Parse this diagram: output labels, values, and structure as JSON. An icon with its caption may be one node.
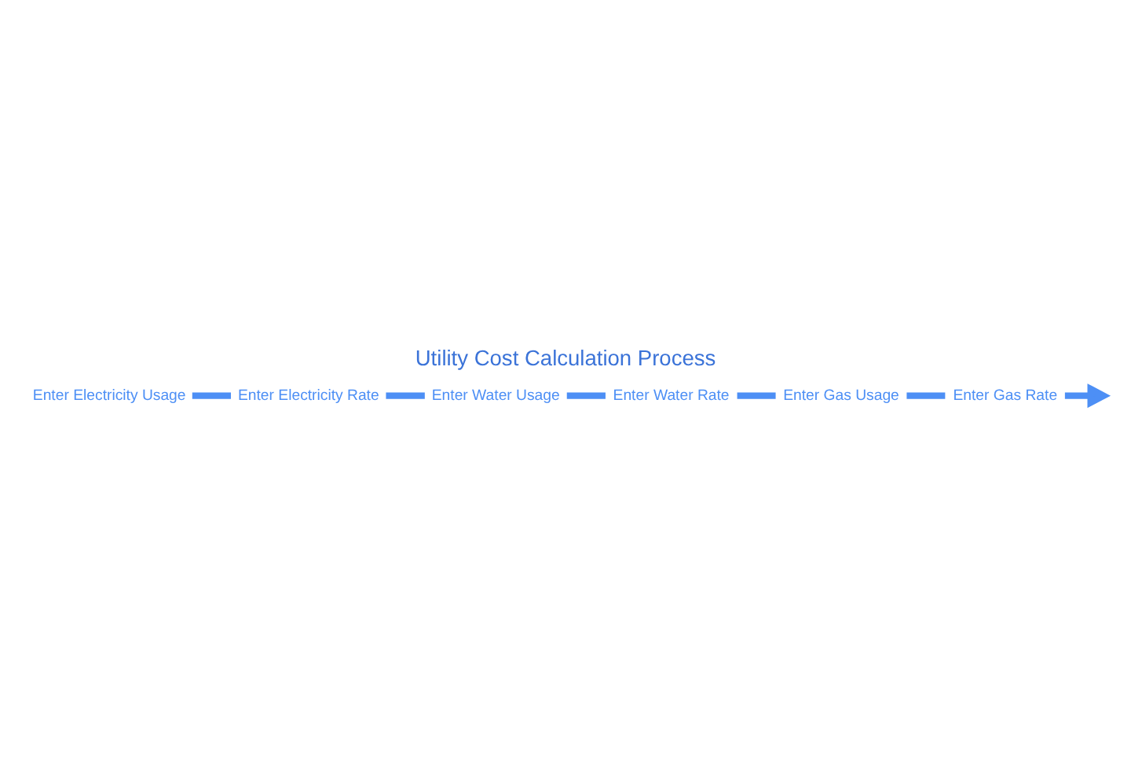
{
  "diagram": {
    "title": "Utility Cost Calculation Process",
    "nodes": [
      {
        "text": [
          "Enter Electricity Usage"
        ]
      },
      {
        "text": [
          "Enter Electricity Rate"
        ]
      },
      {
        "text": [
          "Enter Water Usage"
        ]
      },
      {
        "text": [
          "Enter Water Rate"
        ]
      },
      {
        "text": [
          "Enter Gas Usage"
        ]
      },
      {
        "text": [
          "Enter Gas Rate"
        ]
      }
    ],
    "edges": [
      {
        "from": 0,
        "to": 1,
        "arrow": "none"
      },
      {
        "from": 1,
        "to": 2,
        "arrow": "none"
      },
      {
        "from": 2,
        "to": 3,
        "arrow": "none"
      },
      {
        "from": 3,
        "to": 4,
        "arrow": "none"
      },
      {
        "from": 4,
        "to": 5,
        "arrow": "none"
      },
      {
        "from": 5,
        "to": null,
        "arrow": "to"
      }
    ]
  }
}
